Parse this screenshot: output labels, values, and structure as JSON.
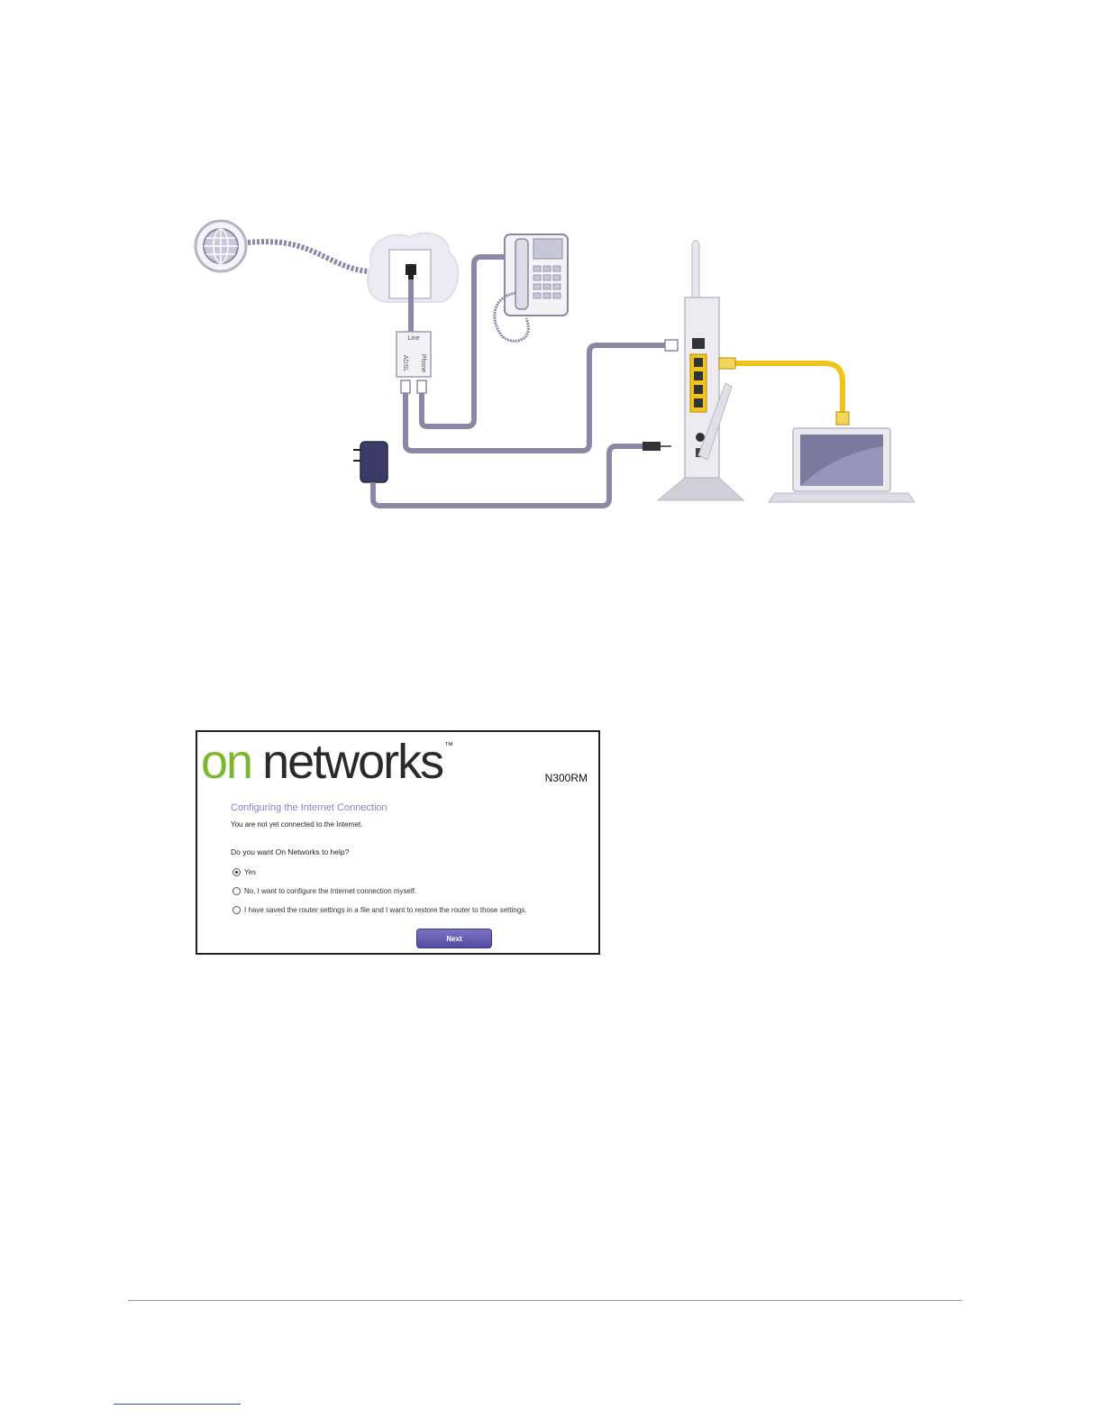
{
  "diagram": {
    "splitter_labels": {
      "line": "Line",
      "adsl": "ADSL",
      "phone": "Phone"
    }
  },
  "screenshot": {
    "logo_on": "on",
    "logo_networks": "networks",
    "logo_tm": "™",
    "model": "N300RM",
    "title": "Configuring the Internet Connection",
    "status": "You are not yet connected to the Internet.",
    "question": "Do you want On Networks to help?",
    "options": [
      {
        "label": "Yes",
        "selected": true
      },
      {
        "label": "No, I want to configure the Internet connection myself.",
        "selected": false
      },
      {
        "label": "I have saved the router settings in a file and I want to restore the router to those settings.",
        "selected": false
      }
    ],
    "next_label": "Next"
  },
  "colors": {
    "cable_gray": "#8a88a6",
    "ethernet_yellow": "#f2c318",
    "brand_green": "#7cb82f",
    "title_purple": "#8b7fc6",
    "button_purple": "#5d53aa"
  }
}
